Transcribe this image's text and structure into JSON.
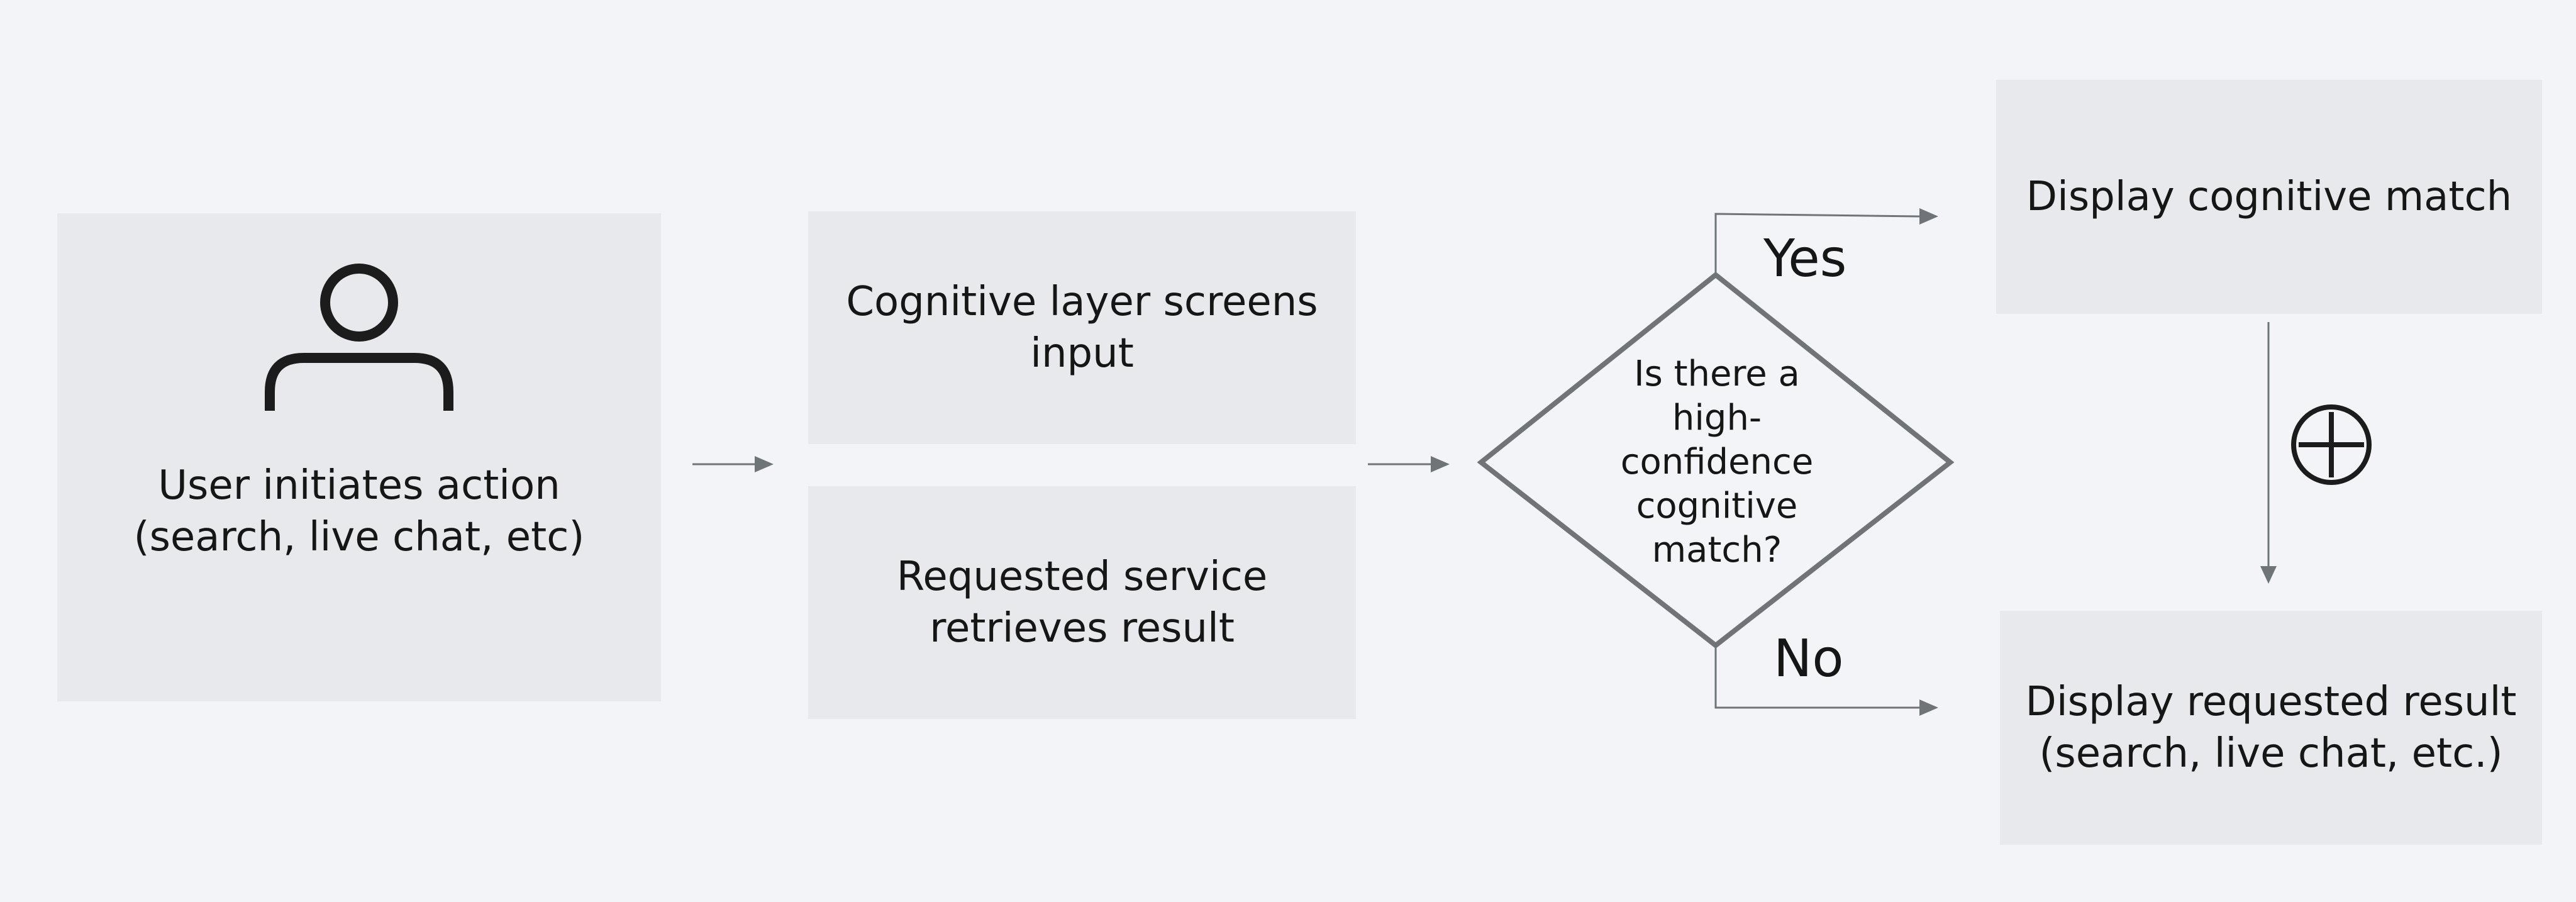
{
  "diagram": {
    "nodes": {
      "user": {
        "label": "User initiates action\n(search, live chat, etc)",
        "icon": "person-icon"
      },
      "cognitive_layer": {
        "label": "Cognitive layer screens\ninput"
      },
      "requested_service": {
        "label": "Requested service\nretrieves result"
      },
      "decision": {
        "label": "Is there a\nhigh-\nconfidence\ncognitive\nmatch?"
      },
      "display_match": {
        "label": "Display cognitive match"
      },
      "display_result": {
        "label": "Display requested result\n(search, live chat, etc.)"
      }
    },
    "branches": {
      "yes": "Yes",
      "no": "No"
    },
    "add_icon": "plus-circle-icon",
    "colors": {
      "background": "#f2f4f7",
      "box_fill": "#e7e9ec",
      "connector": "#6f7479",
      "text": "#161616",
      "decision_stroke": "#707478"
    }
  }
}
